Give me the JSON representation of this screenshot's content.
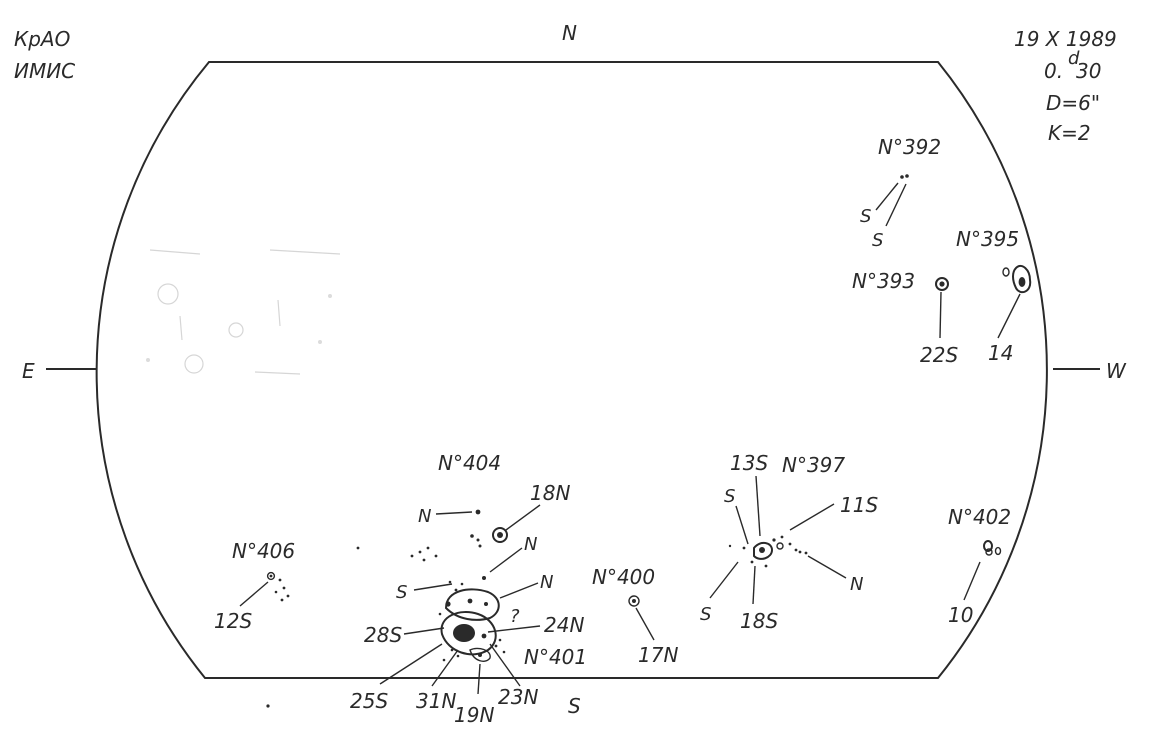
{
  "header": {
    "observatory_line1": "КрАО",
    "observatory_line2": "ИМИС",
    "date": "19 X 1989",
    "time_prefix": "0.",
    "time_sup": "d",
    "time_value": "30",
    "diameter": "D=6\"",
    "coefficient": "K=2"
  },
  "compass": {
    "north": "N",
    "south": "S",
    "east": "E",
    "west": "W"
  },
  "regions": [
    {
      "id": "392",
      "label": "N°392"
    },
    {
      "id": "393",
      "label": "N°393"
    },
    {
      "id": "395",
      "label": "N°395"
    },
    {
      "id": "397",
      "label": "N°397"
    },
    {
      "id": "400",
      "label": "N°400"
    },
    {
      "id": "401",
      "label": "N°401"
    },
    {
      "id": "402",
      "label": "N°402"
    },
    {
      "id": "404",
      "label": "N°404"
    },
    {
      "id": "406",
      "label": "N°406"
    }
  ],
  "annotations": {
    "r392_s1": "S",
    "r392_s2": "S",
    "r393_field": "22S",
    "r395_field": "14",
    "r397_13s": "13S",
    "r397_s": "S",
    "r397_11s": "11S",
    "r397_n": "N",
    "r397_s2": "S",
    "r397_18s": "18S",
    "r400_field": "17N",
    "r402_field": "10",
    "r404_n": "N",
    "r404_18n": "18N",
    "r404_n2": "N",
    "r401_n": "N",
    "r401_s": "S",
    "r401_q": "?",
    "r401_28s": "28S",
    "r401_24n": "24N",
    "r401_25s": "25S",
    "r401_31n": "31N",
    "r401_19n": "19N",
    "r401_23n": "23N",
    "r406_field": "12S"
  }
}
